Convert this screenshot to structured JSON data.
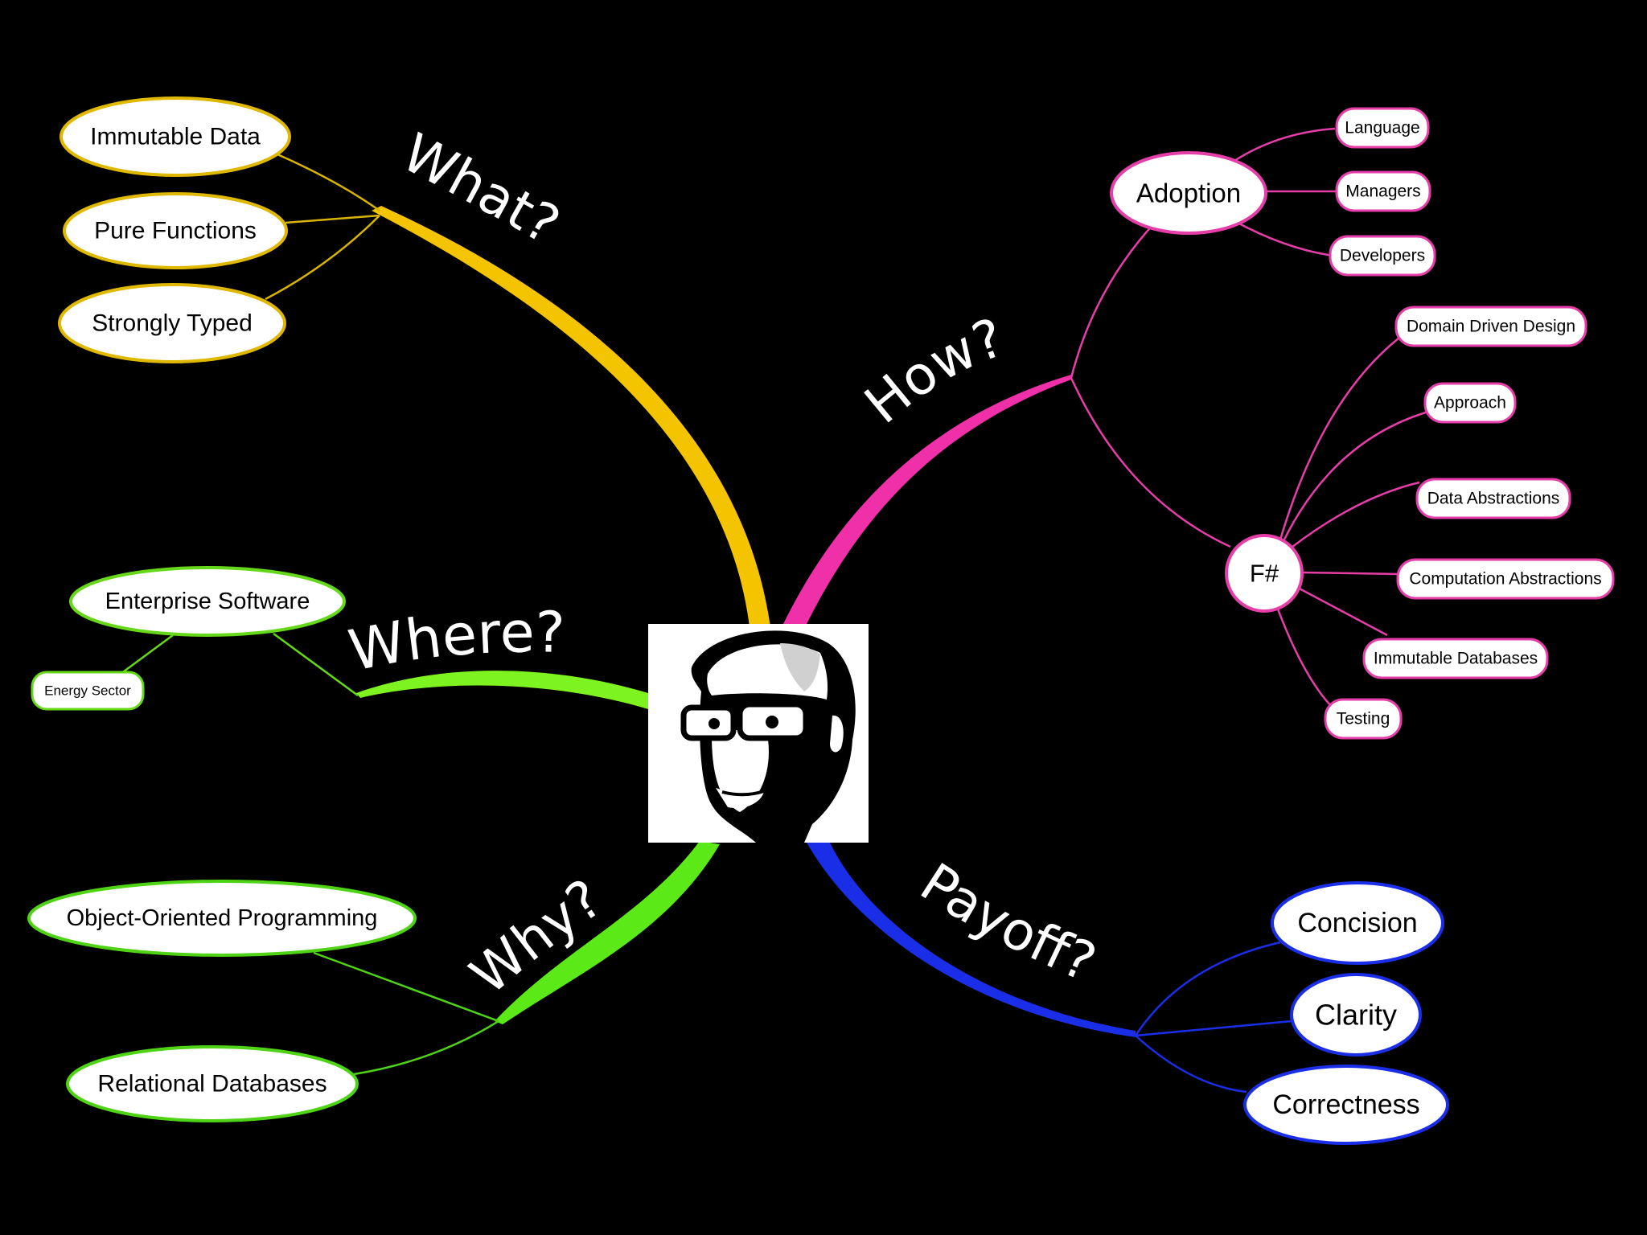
{
  "center": {
    "icon": "portrait-icon"
  },
  "branches": {
    "what": {
      "label": "What?",
      "color": "#f5c400",
      "items": [
        "Immutable Data",
        "Pure Functions",
        "Strongly Typed"
      ]
    },
    "where": {
      "label": "Where?",
      "color": "#7df31f",
      "items": [
        "Enterprise Software"
      ],
      "sub": [
        "Energy Sector"
      ]
    },
    "why": {
      "label": "Why?",
      "color": "#5bea18",
      "items": [
        "Object-Oriented Programming",
        "Relational Databases"
      ]
    },
    "how": {
      "label": "How?",
      "color": "#f030a8",
      "adoption": {
        "label": "Adoption",
        "items": [
          "Language",
          "Managers",
          "Developers"
        ]
      },
      "fsharp": {
        "label": "F#",
        "items": [
          "Domain Driven Design",
          "Approach",
          "Data Abstractions",
          "Computation Abstractions",
          "Immutable Databases",
          "Testing"
        ]
      }
    },
    "payoff": {
      "label": "Payoff?",
      "color": "#1a2ee8",
      "items": [
        "Concision",
        "Clarity",
        "Correctness"
      ]
    }
  }
}
